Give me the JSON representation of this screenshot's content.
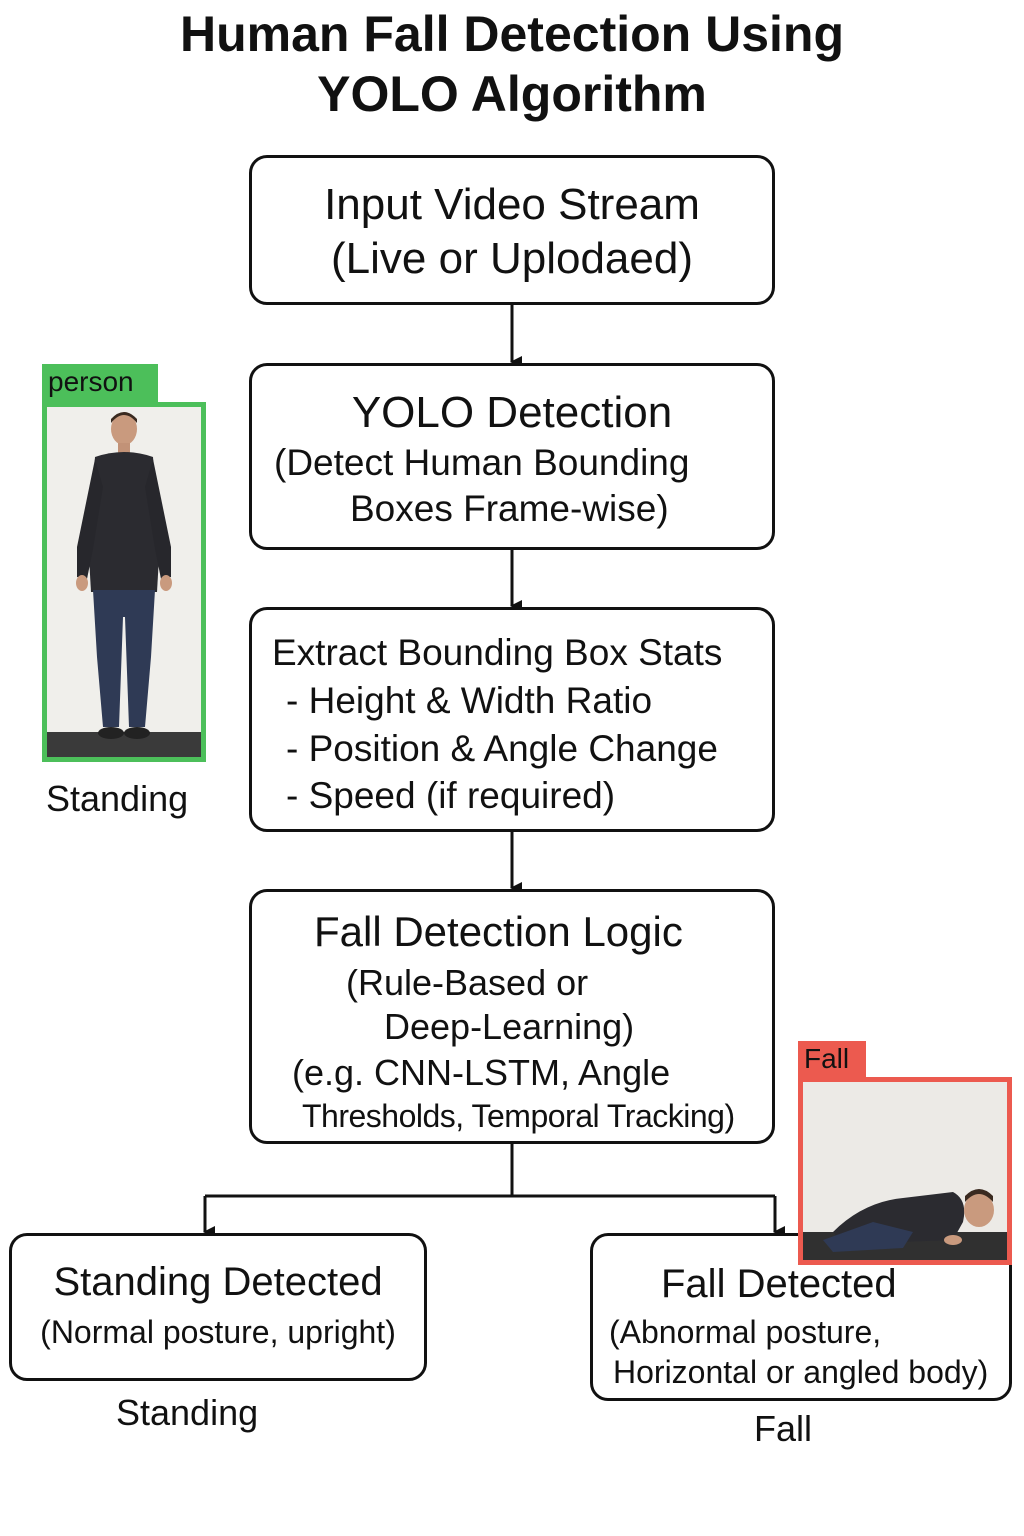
{
  "title": {
    "line1": "Human Fall Detection Using",
    "line2": "YOLO Algorithm"
  },
  "boxes": {
    "input": {
      "line1": "Input Video Stream",
      "line2": "(Live or Uplodaed)"
    },
    "yolo": {
      "line1": "YOLO Detection",
      "line2": "(Detect Human Bounding",
      "line3": "Boxes Frame-wise)"
    },
    "extract": {
      "line1": "Extract Bounding Box Stats",
      "line2": "- Height & Width Ratio",
      "line3": "- Position & Angle Change",
      "line4": "- Speed (if required)"
    },
    "logic": {
      "line1": "Fall Detection Logic",
      "line2": "(Rule-Based or",
      "line3": "Deep-Learning)",
      "line4": "(e.g. CNN-LSTM, Angle",
      "line5": "Thresholds, Temporal Tracking)"
    },
    "standing": {
      "line1": "Standing Detected",
      "line2": "(Normal posture, upright)"
    },
    "fall": {
      "line1": "Fall Detected",
      "line2": "(Abnormal posture,",
      "line3": "Horizontal or angled body)"
    }
  },
  "detections": {
    "person": {
      "tag": "person",
      "caption": "Standing",
      "color": "#4cbf5a"
    },
    "fall": {
      "tag": "Fall",
      "color": "#ec5a4f"
    }
  },
  "captions": {
    "standing_below": "Standing",
    "fall_below": "Fall"
  },
  "colors": {
    "line": "#111111",
    "green": "#4cbf5a",
    "red": "#ec5a4f"
  }
}
